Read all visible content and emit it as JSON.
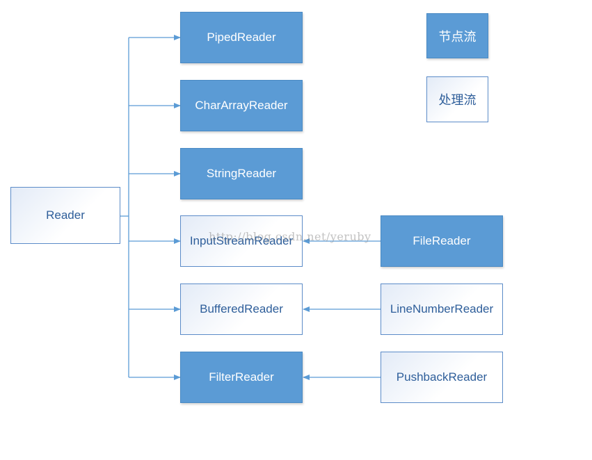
{
  "diagram": {
    "root": {
      "label": "Reader"
    },
    "subclasses": [
      {
        "label": "PipedReader",
        "style": "filled"
      },
      {
        "label": "CharArrayReader",
        "style": "filled"
      },
      {
        "label": "StringReader",
        "style": "filled"
      },
      {
        "label": "InputStreamReader",
        "style": "outline"
      },
      {
        "label": "BufferedReader",
        "style": "outline"
      },
      {
        "label": "FilterReader",
        "style": "filled"
      }
    ],
    "subsubclasses": [
      {
        "label": "FileReader",
        "parent": "InputStreamReader",
        "style": "filled"
      },
      {
        "label": "LineNumberReader",
        "parent": "BufferedReader",
        "style": "outline"
      },
      {
        "label": "PushbackReader",
        "parent": "FilterReader",
        "style": "outline"
      }
    ]
  },
  "legend": {
    "node_stream": "节点流",
    "processing_stream": "处理流"
  },
  "watermark": "http://blog.csdn.net/yeruby",
  "colors": {
    "filled": "#5b9bd5",
    "outline_border": "#5b8bc8",
    "connector": "#5b9bd5"
  }
}
